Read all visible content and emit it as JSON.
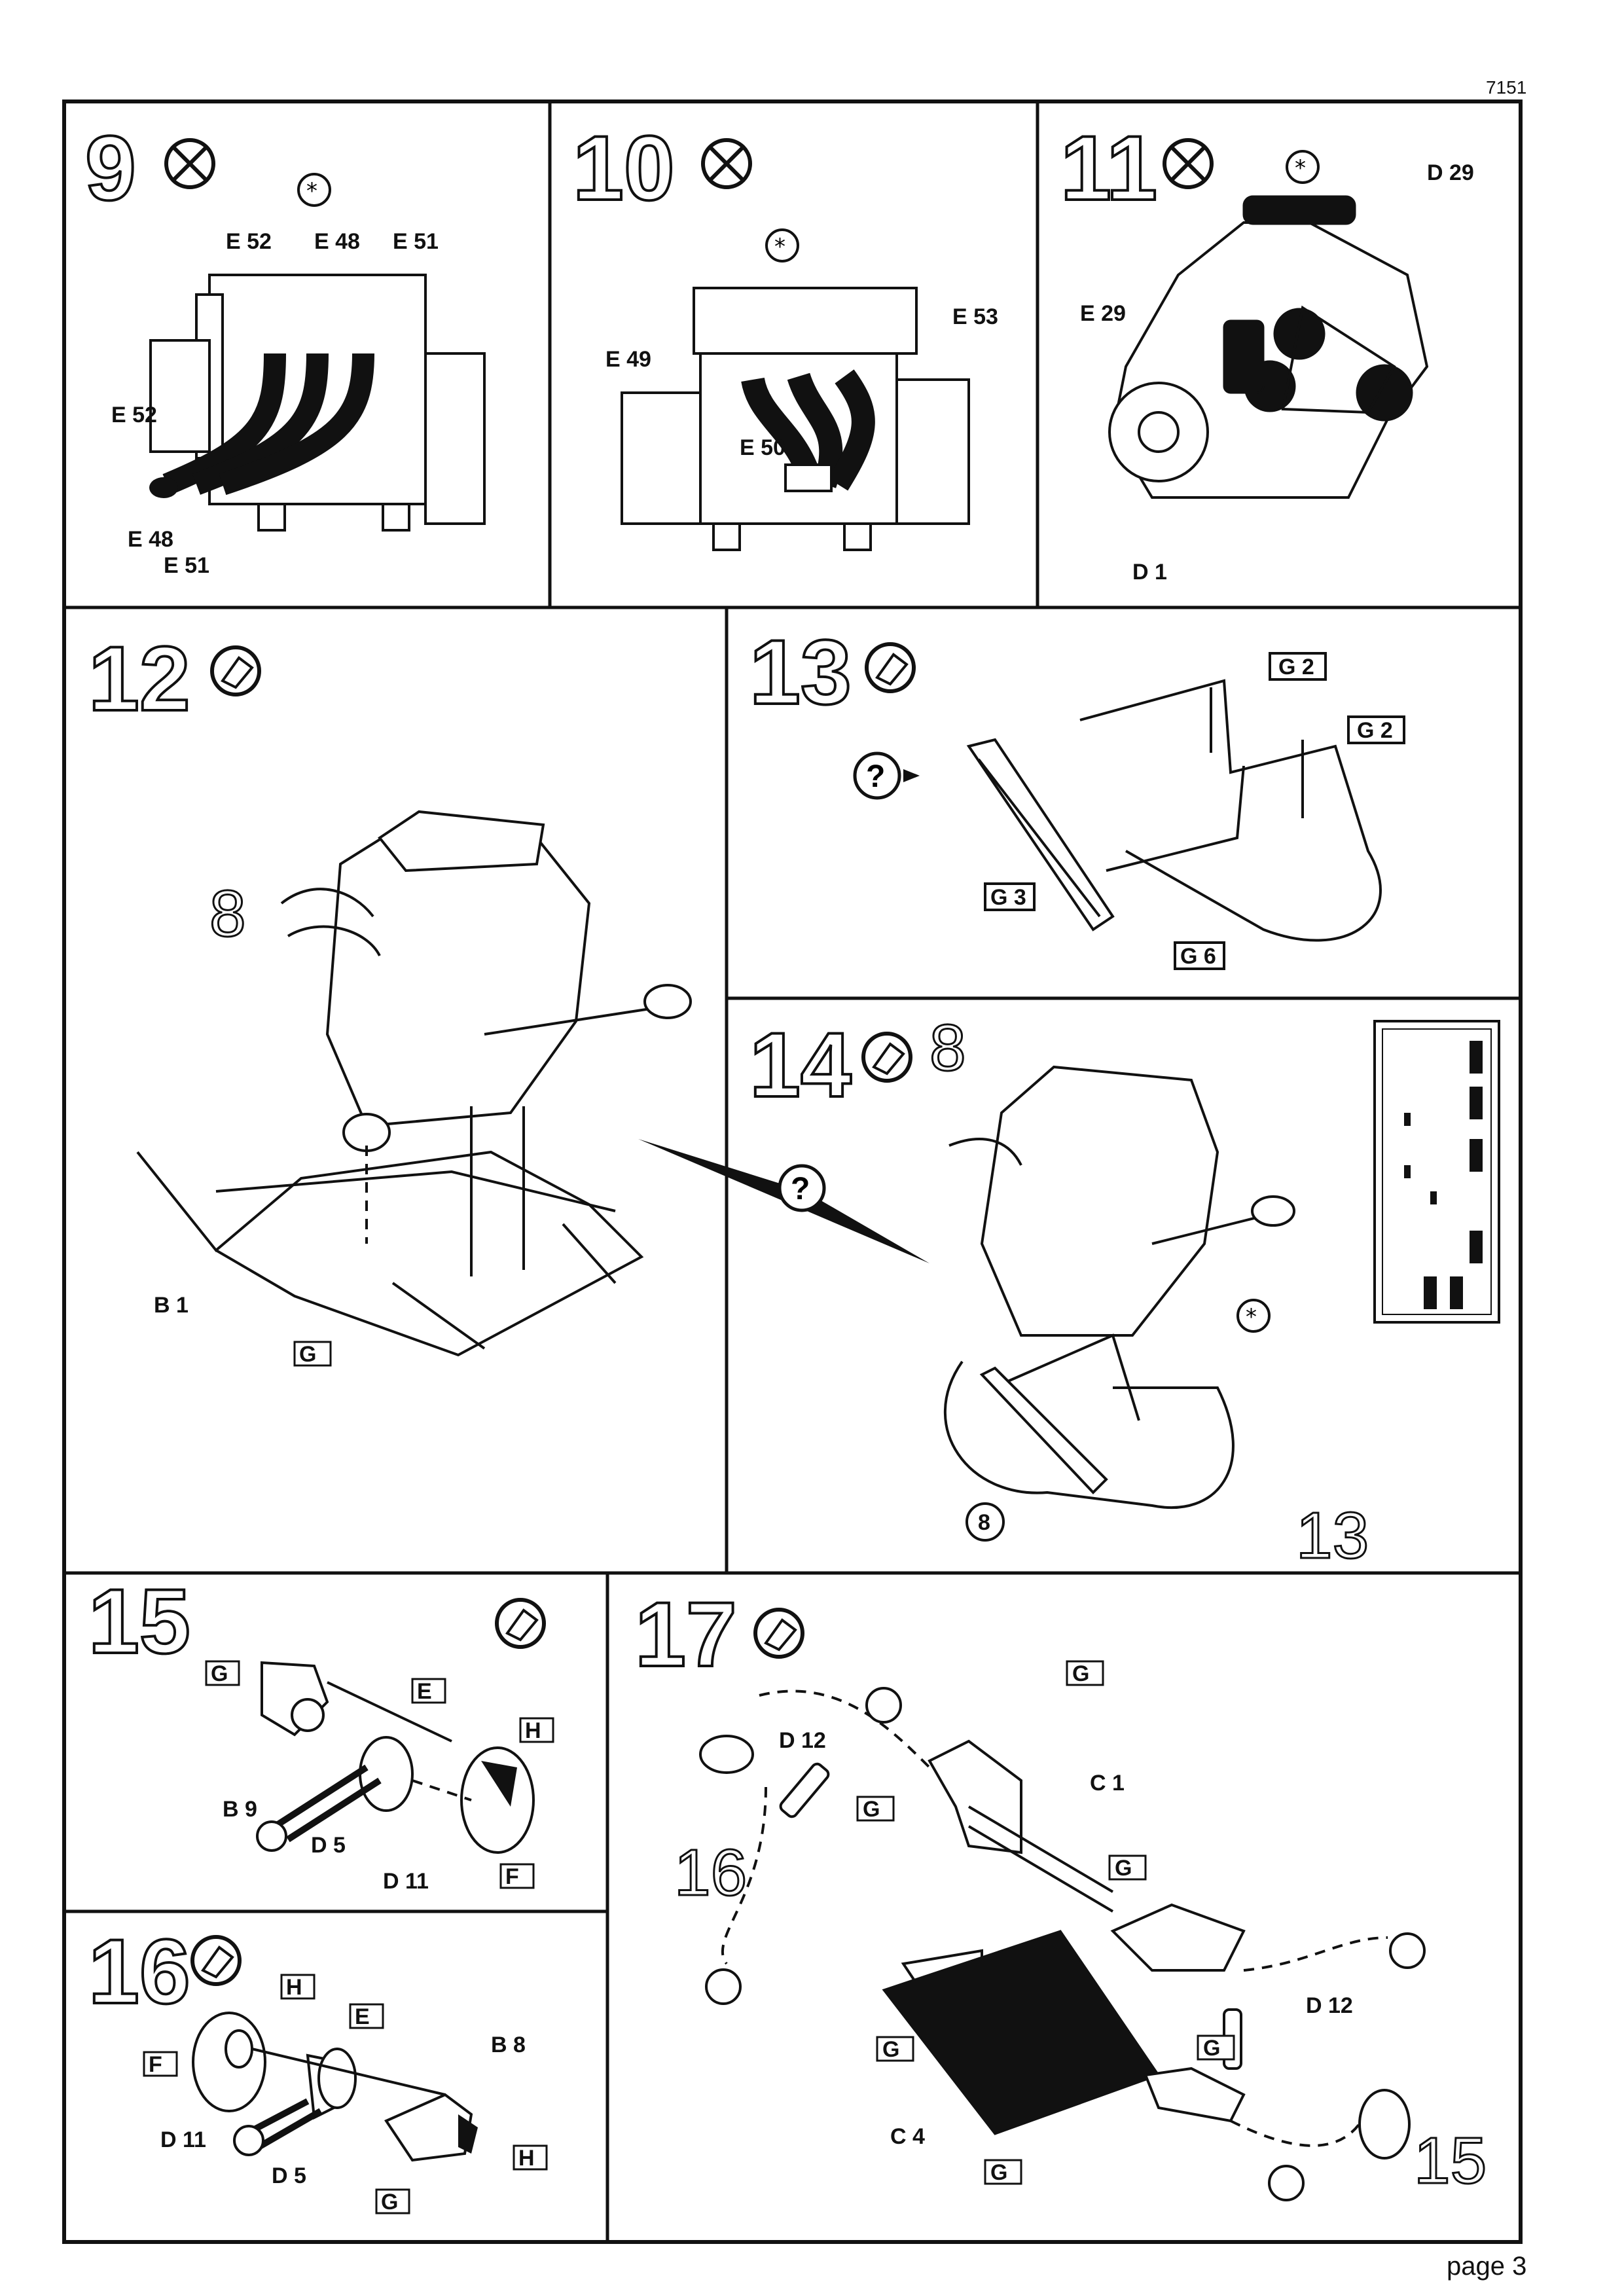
{
  "header": {
    "doc_id": "7151"
  },
  "footer": {
    "page_label": "page 3"
  },
  "steps": [
    {
      "id": "9",
      "number": "9",
      "labels": [
        "E 52",
        "E 48",
        "E 51",
        "E 52",
        "E 48",
        "E 51"
      ]
    },
    {
      "id": "10",
      "number": "10",
      "labels": [
        "E 49",
        "E 50",
        "E 53"
      ]
    },
    {
      "id": "11",
      "number": "11",
      "labels": [
        "D 29",
        "E 29",
        "D 1"
      ]
    },
    {
      "id": "12",
      "number": "12",
      "labels": [
        "8",
        "B 1",
        "G"
      ]
    },
    {
      "id": "13",
      "number": "13",
      "labels": [
        "G 2",
        "G 2",
        "G 3",
        "G 6"
      ]
    },
    {
      "id": "14",
      "number": "14",
      "labels": [
        "8",
        "8",
        "13"
      ]
    },
    {
      "id": "15",
      "number": "15",
      "labels": [
        "G",
        "E",
        "H",
        "B 9",
        "D 5",
        "D 11",
        "F"
      ]
    },
    {
      "id": "16",
      "number": "16",
      "labels": [
        "H",
        "E",
        "F",
        "B 8",
        "D 11",
        "D 5",
        "H",
        "G"
      ]
    },
    {
      "id": "17",
      "number": "17",
      "labels": [
        "G",
        "D 12",
        "C 1",
        "G",
        "G",
        "16",
        "D 12",
        "G",
        "C 4",
        "G",
        "G",
        "15"
      ]
    }
  ]
}
